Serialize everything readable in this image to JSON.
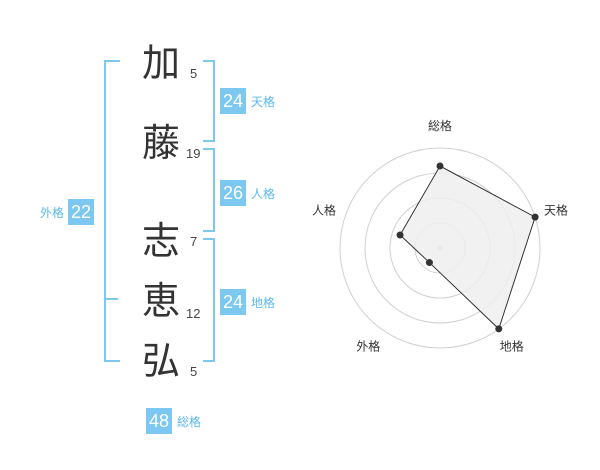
{
  "colors": {
    "accent": "#7cc8f0",
    "bracket": "#7cc8f0",
    "label": "#5bb8ee",
    "grid": "#d0d0d0",
    "fill": "#eeeeee",
    "line": "#333333"
  },
  "name": {
    "chars": [
      {
        "char": "加",
        "strokes": "5"
      },
      {
        "char": "藤",
        "strokes": "19"
      },
      {
        "char": "志",
        "strokes": "7"
      },
      {
        "char": "恵",
        "strokes": "12"
      },
      {
        "char": "弘",
        "strokes": "5"
      }
    ]
  },
  "fortune": {
    "tenkaku": {
      "value": "24",
      "label": "天格"
    },
    "jinkaku": {
      "value": "26",
      "label": "人格"
    },
    "chikaku": {
      "value": "24",
      "label": "地格"
    },
    "gaikaku": {
      "value": "22",
      "label": "外格"
    },
    "soukaku": {
      "value": "48",
      "label": "総格"
    }
  },
  "chart_data": {
    "type": "radar",
    "axes": [
      "総格",
      "天格",
      "地格",
      "外格",
      "人格"
    ],
    "values": [
      0.82,
      1.0,
      1.0,
      0.18,
      0.42
    ],
    "rlim": [
      0,
      1
    ],
    "rings": 4,
    "fill": "#eeeeee",
    "line": "#333333"
  }
}
